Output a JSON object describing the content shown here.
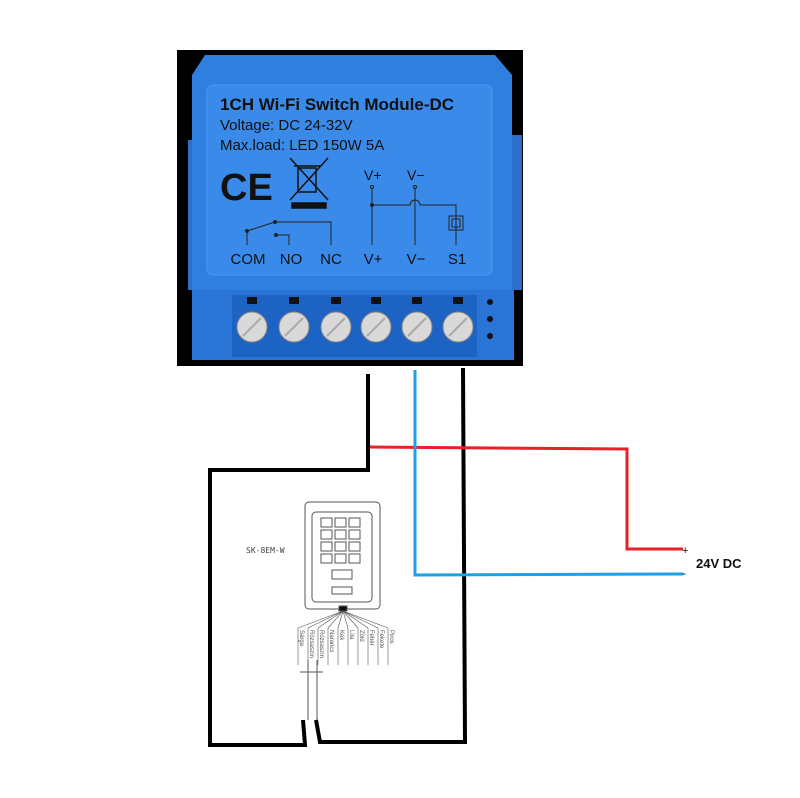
{
  "module": {
    "title": "1CH Wi-Fi Switch Module-DC",
    "voltage": "Voltage: DC 24-32V",
    "max_load": "Max.load: LED 150W 5A",
    "ce_mark": "CE",
    "schematic_top": [
      "V+",
      "V−"
    ],
    "terminals": [
      "COM",
      "NO",
      "NC",
      "V+",
      "V−",
      "S1"
    ],
    "body_color": "#2f7fe0"
  },
  "keypad": {
    "model": "SK-8EM-W",
    "wires": [
      "Sárga",
      "Rózsaszín",
      "Rózsaszín",
      "Narancs",
      "Kék",
      "Lila",
      "Zöld",
      "Fehér",
      "Fekete",
      "Piros"
    ]
  },
  "power": {
    "label": "24V DC",
    "plus": "+",
    "minus": "-"
  },
  "wire_colors": {
    "black": "#000000",
    "red": "#e8202a",
    "blue": "#1ea0e6"
  }
}
